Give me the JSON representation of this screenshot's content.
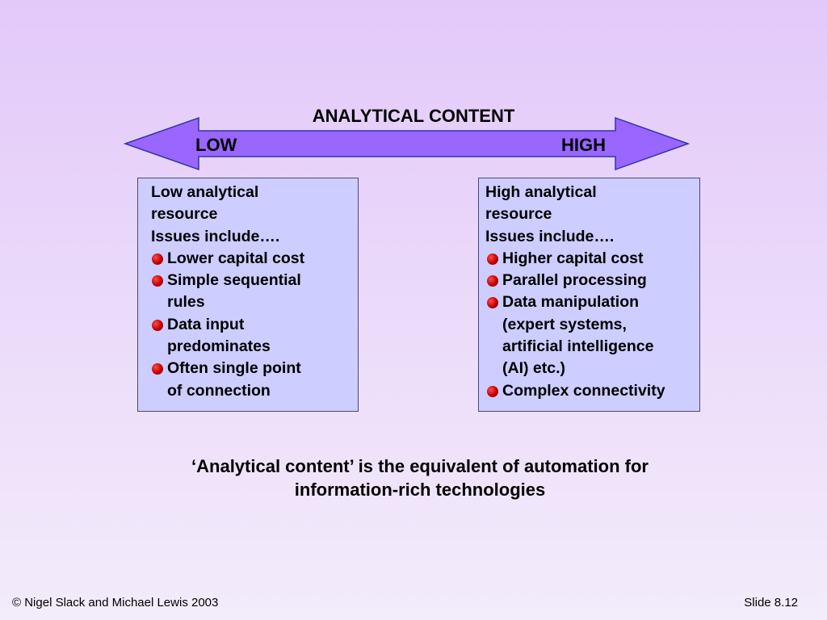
{
  "heading": "ANALYTICAL CONTENT",
  "arrow": {
    "low": "LOW",
    "high": "HIGH",
    "fill": "#9966ff",
    "stroke": "#3333aa"
  },
  "left_box": {
    "intro_line1": "Low analytical",
    "intro_line2": "resource",
    "intro_line3": "Issues include….",
    "items": [
      {
        "line1": "Lower capital cost"
      },
      {
        "line1": "Simple sequential",
        "line2": "rules"
      },
      {
        "line1": "Data input",
        "line2": "predominates"
      },
      {
        "line1": "Often single point",
        "line2": "of connection"
      }
    ]
  },
  "right_box": {
    "intro_line1": "High analytical",
    "intro_line2": "resource",
    "intro_line3": "Issues include….",
    "items": [
      {
        "line1": "Higher capital cost"
      },
      {
        "line1": "Parallel processing"
      },
      {
        "line1": "Data manipulation",
        "line2": "(expert  systems,",
        "line3": "artificial intelligence",
        "line4": "(AI) etc.)"
      },
      {
        "line1": "Complex connectivity"
      }
    ]
  },
  "caption": {
    "line1": "‘Analytical content’  is the equivalent of automation for",
    "line2": "information-rich technologies"
  },
  "footer": {
    "copyright": "© Nigel Slack and Michael Lewis 2003",
    "slide": "Slide 8.12"
  }
}
